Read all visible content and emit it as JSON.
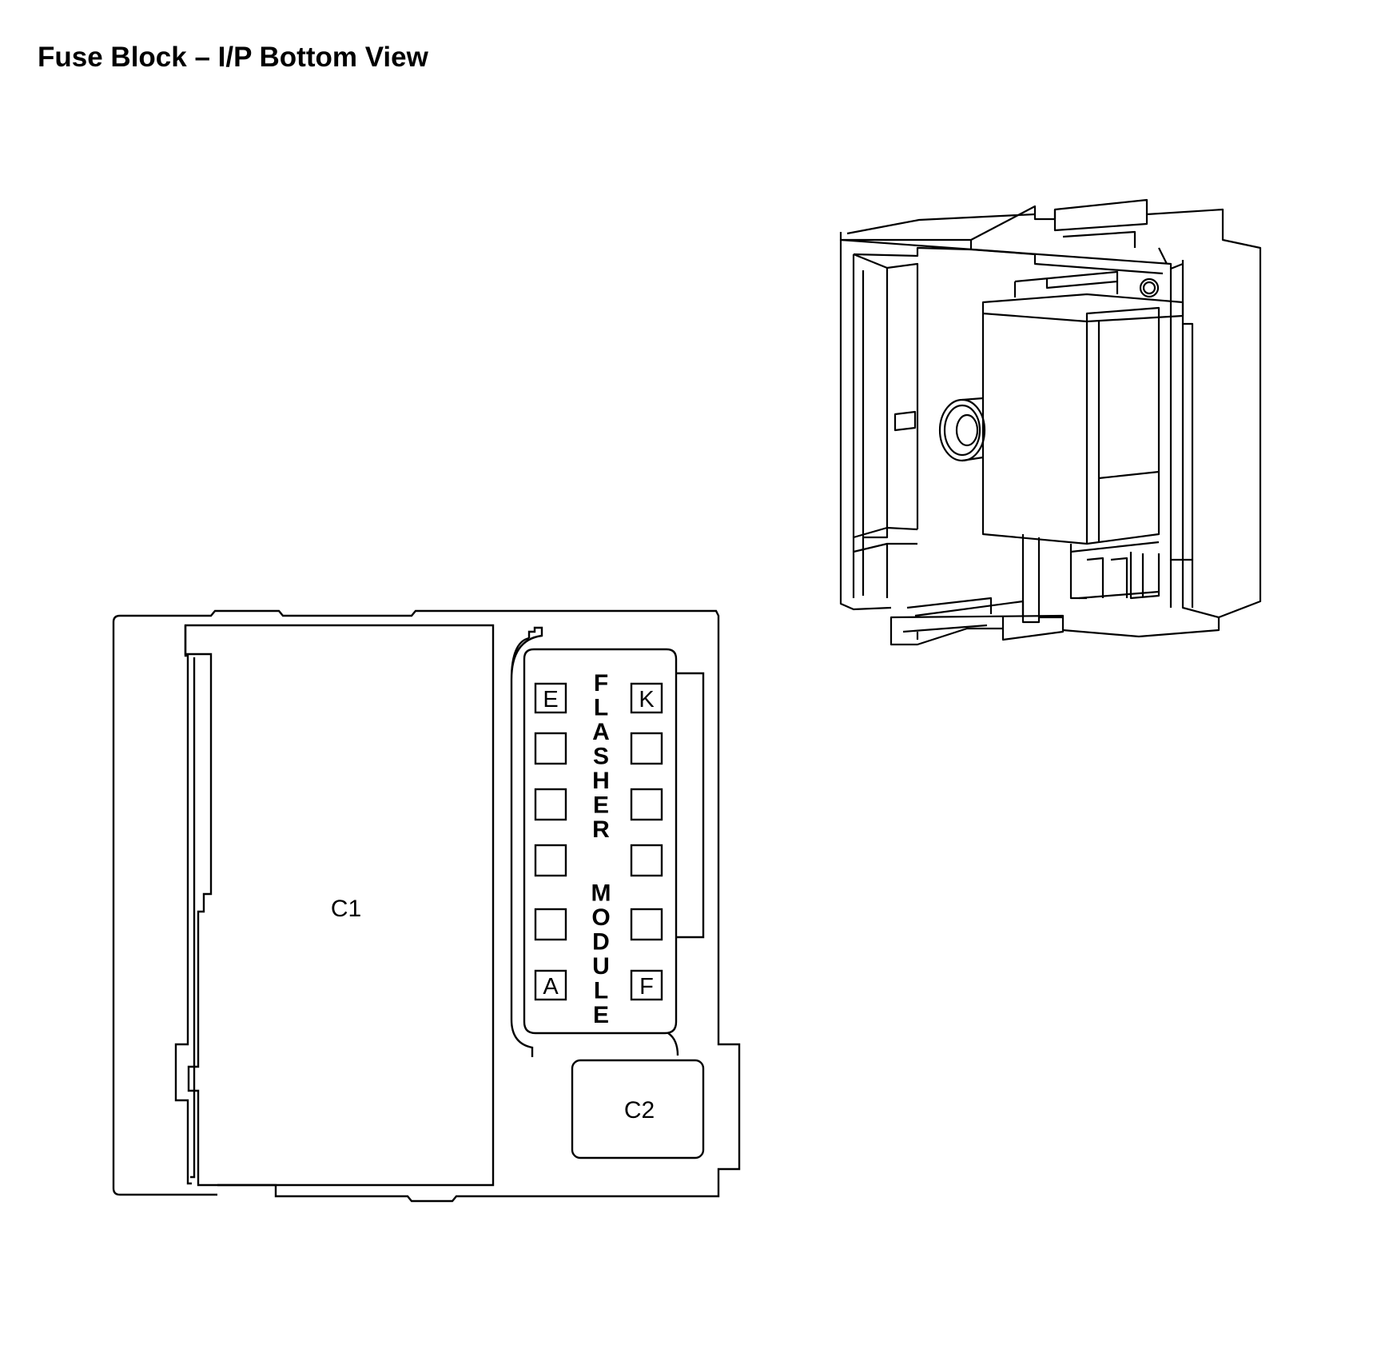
{
  "title": "Fuse Block – I/P Bottom View",
  "labels": {
    "c1": "C1",
    "c2": "C2",
    "module_text": "FLASHER MODULE"
  },
  "flasher_pins": {
    "top_left": "E",
    "top_right": "K",
    "bottom_left": "A",
    "bottom_right": "F"
  }
}
